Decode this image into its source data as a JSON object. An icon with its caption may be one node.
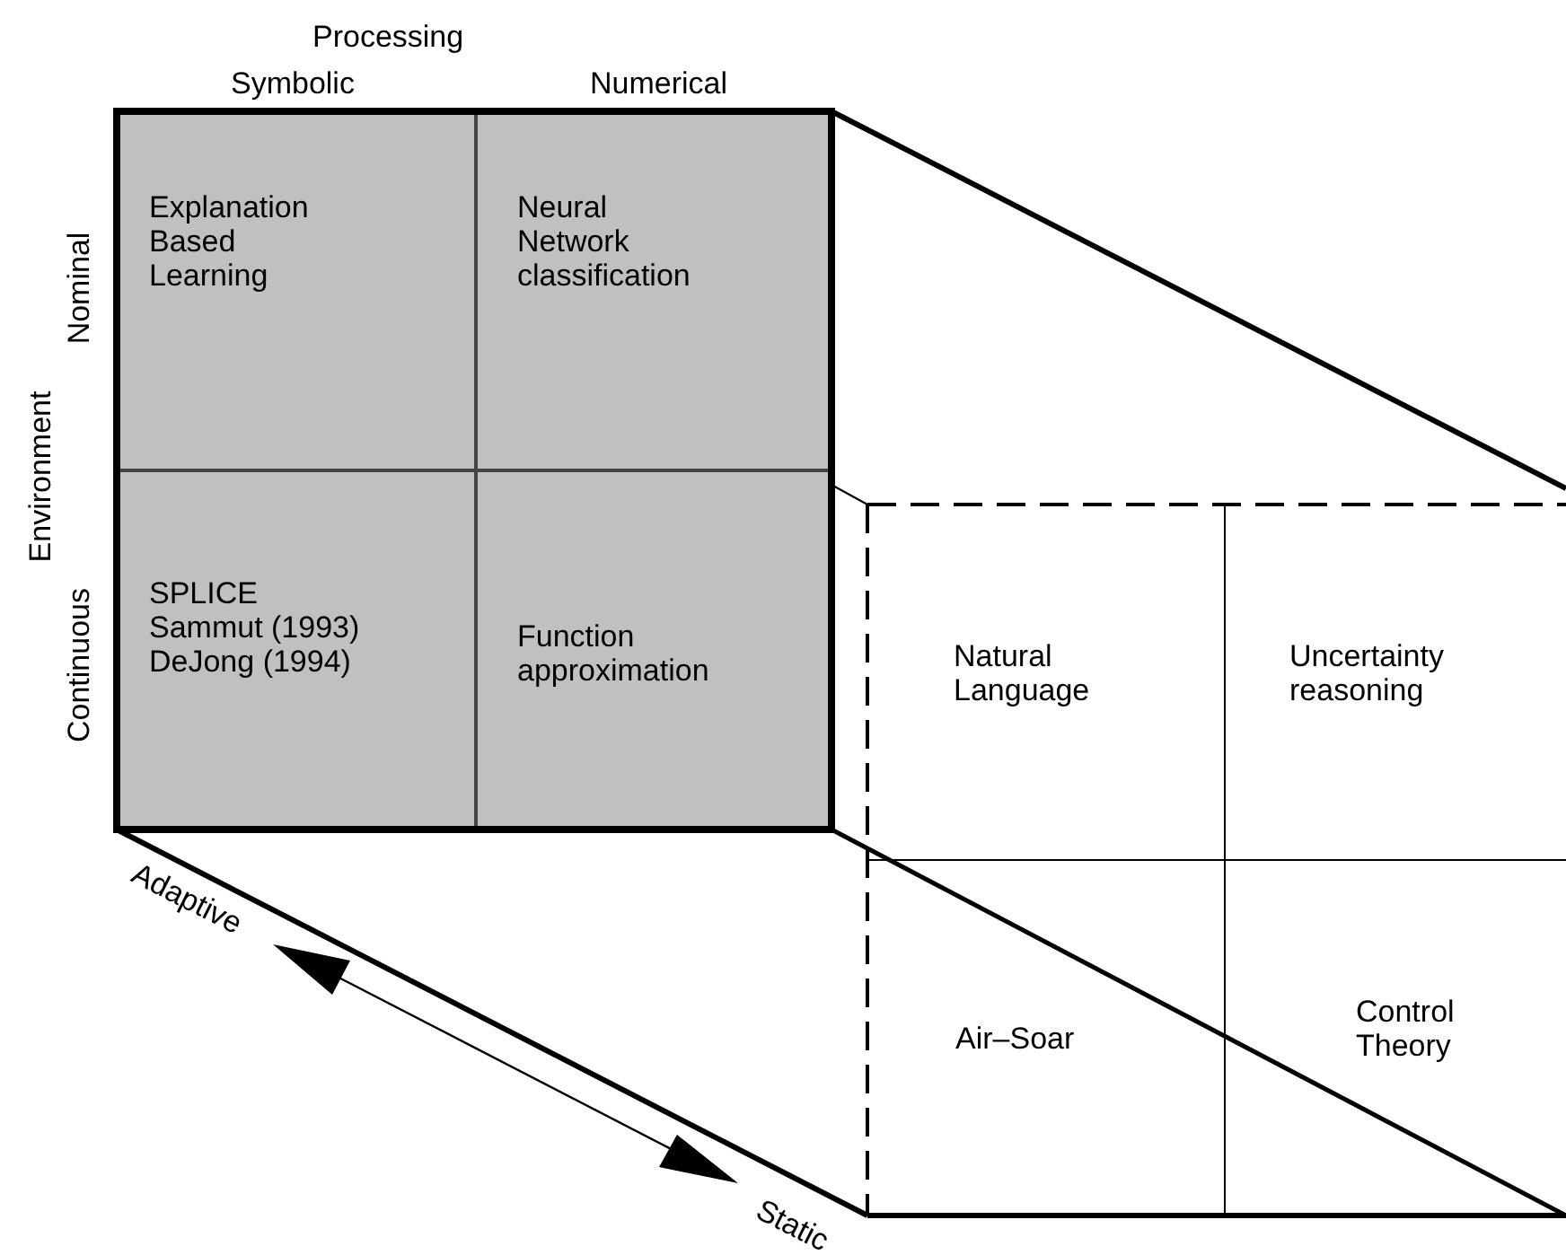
{
  "diagram": {
    "nodes": [
      {
        "text": [
          "Explanation Based Learning"
        ]
      },
      {
        "text": [
          "Neural Network classification"
        ]
      },
      {
        "text": [
          "SPLICE Sammut (1993) DeJong (1994)"
        ]
      },
      {
        "text": [
          "Function approximation"
        ]
      },
      {
        "text": [
          "Natural Language"
        ]
      },
      {
        "text": [
          "Uncertainty reasoning"
        ]
      },
      {
        "text": [
          "Air–Soar"
        ]
      },
      {
        "text": [
          "Control Theory"
        ]
      }
    ],
    "labels": [
      "Processing",
      "Symbolic",
      "Numerical",
      "Environment",
      "Nominal",
      "Continuous",
      "Adaptive",
      "Static"
    ]
  }
}
